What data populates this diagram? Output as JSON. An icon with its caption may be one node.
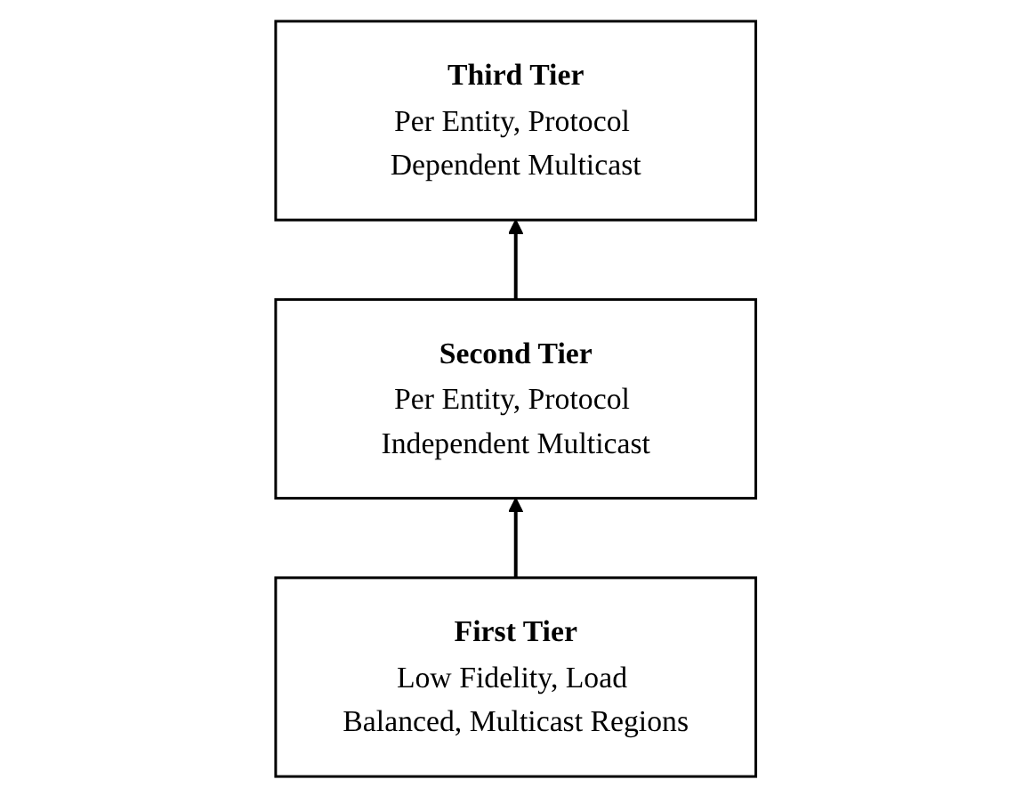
{
  "diagram": {
    "nodes": [
      {
        "text": [
          "Third Tier",
          "Per Entity, Protocol Dependent Multicast"
        ]
      },
      {
        "text": [
          "Second Tier",
          "Per Entity, Protocol Independent Multicast"
        ]
      },
      {
        "text": [
          "First Tier",
          "Low Fidelity, Load Balanced, Multicast Regions"
        ]
      }
    ],
    "edges": [
      {
        "from": 2,
        "to": 1,
        "arrow": "to"
      },
      {
        "from": 1,
        "to": 0,
        "arrow": "to"
      }
    ]
  }
}
